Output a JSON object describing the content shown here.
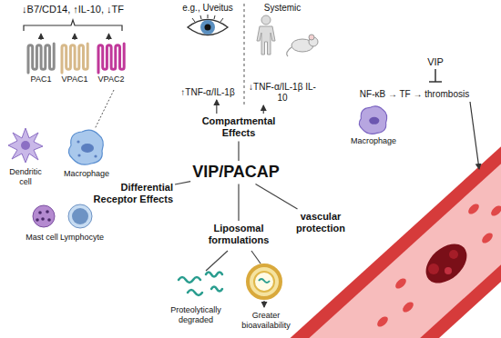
{
  "diagram": {
    "nodes": [
      {
        "text": [
          "VIP/PACAP"
        ]
      },
      {
        "text": [
          "Compartmental Effects"
        ]
      },
      {
        "text": [
          "Differential Receptor Effects"
        ]
      },
      {
        "text": [
          "Liposomal formulations"
        ]
      },
      {
        "text": [
          "vascular protection"
        ]
      },
      {
        "text": [
          "↑TNF-α/IL-1β"
        ]
      },
      {
        "text": [
          "↓TNF-α/IL-1β IL-10"
        ]
      },
      {
        "text": [
          "↓B7/CD14, ↑IL-10, ↓TF"
        ]
      },
      {
        "text": [
          "PAC1"
        ]
      },
      {
        "text": [
          "VPAC1"
        ]
      },
      {
        "text": [
          "VPAC2"
        ]
      }
    ],
    "edges": [
      {
        "from": 0,
        "to": 1,
        "arrow": "none"
      },
      {
        "from": 0,
        "to": 2,
        "arrow": "none"
      },
      {
        "from": 0,
        "to": 3,
        "arrow": "none"
      },
      {
        "from": 0,
        "to": 4,
        "arrow": "none"
      },
      {
        "from": 1,
        "to": 5,
        "arrow": "to"
      },
      {
        "from": 1,
        "to": 6,
        "arrow": "to"
      },
      {
        "from": 8,
        "to": 7,
        "arrow": "to"
      },
      {
        "from": 9,
        "to": 7,
        "arrow": "to"
      },
      {
        "from": 10,
        "to": 7,
        "arrow": "to"
      }
    ],
    "labels": [
      "e.g., Uveitus",
      "Systemic",
      "Dendritic cell",
      "Macrophage",
      "Mast cell",
      "Lymphocyte",
      "Proteolytically degraded",
      "Greater bioavailability",
      "VIP",
      "NF-κB → TF → thrombosis",
      "Macrophage"
    ]
  }
}
